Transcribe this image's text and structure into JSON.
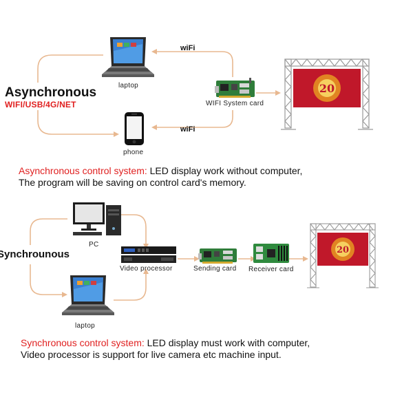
{
  "async": {
    "title": "Asynchronous",
    "subtitle": "WIFI/USB/4G/NET",
    "labels": {
      "laptop": "laptop",
      "phone": "phone",
      "card": "WIFI System card",
      "wifi_top": "wiFi",
      "wifi_bottom": "wiFi"
    },
    "desc": {
      "heading": "Asynchronous control system:",
      "line1_rest": " LED display work without computer,",
      "line2": "The program will be saving on control card's memory."
    }
  },
  "sync": {
    "title": "Synchrounous",
    "labels": {
      "pc": "PC",
      "laptop": "laptop",
      "video_processor": "Video processor",
      "sending_card": "Sending card",
      "receiver_card": "Receiver card"
    },
    "desc": {
      "heading": "Synchronous control system:",
      "line1_rest": " LED display must work with computer,",
      "line2": "Video processor is support for live camera etc machine input."
    }
  },
  "colors": {
    "accent_red": "#e02020",
    "connector": "#e8b890",
    "truss": "#9a9a9a",
    "screen_red": "#c0182a"
  }
}
